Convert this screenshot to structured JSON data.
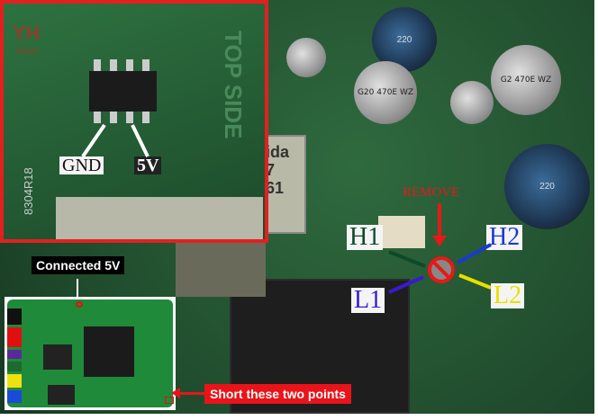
{
  "main_photo": {
    "remove_label": "REMOVE",
    "pins": {
      "h1": "H1",
      "h2": "H2",
      "l1": "L1",
      "l2": "L2"
    },
    "cap_markings": [
      "220",
      "G20 470E WZ",
      "G2 470E WZ",
      "220"
    ],
    "silkscreen": [
      "ida",
      "7",
      "61"
    ]
  },
  "chip_inset": {
    "gnd_label": "GND",
    "v5_label": "5V",
    "silkscreen": [
      "TOP SIDE",
      "8304R18"
    ],
    "watermark": "TECH"
  },
  "adapter_inset": {
    "connected_label": "Connected 5V",
    "short_label": "Short these two points",
    "wire_colors": [
      "#111111",
      "#e01010",
      "#5a2a9a",
      "#1c6a30",
      "#f0e010",
      "#1a4ad8"
    ]
  },
  "colors": {
    "accent_red": "#e32020",
    "h1": "#0d4a2a",
    "h2": "#1a3ad0",
    "l1": "#3a1ad0",
    "l2": "#e8e000"
  }
}
